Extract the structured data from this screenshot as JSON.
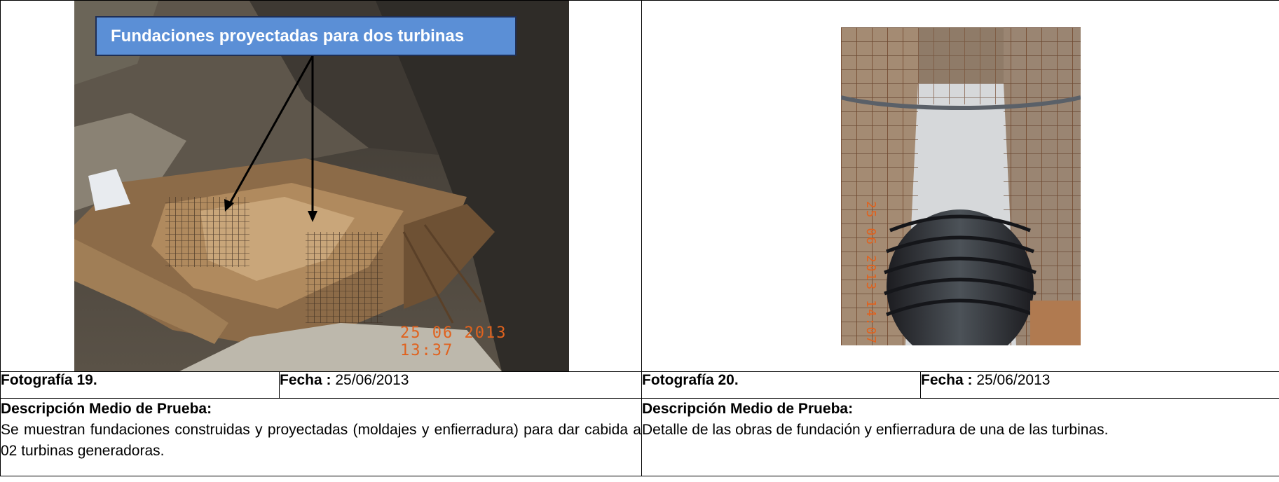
{
  "photo_left": {
    "callout": "Fundaciones proyectadas para dos turbinas",
    "date_stamp": "25 06 2013 13:37",
    "photo_label": "Fotografía 19.",
    "date_label": "Fecha :",
    "date_value": " 25/06/2013",
    "desc_label": "Descripción Medio de Prueba:",
    "desc_text": "Se muestran fundaciones construidas y proyectadas (moldajes y enfierradura) para dar cabida a 02 turbinas generadoras."
  },
  "photo_right": {
    "date_stamp": "25 06 2013 14:07",
    "photo_label": "Fotografía 20.",
    "date_label": "Fecha :",
    "date_value": " 25/06/2013",
    "desc_label": "Descripción Medio de Prueba:",
    "desc_text": "Detalle de las obras de fundación y enfierradura de una de las turbinas."
  }
}
